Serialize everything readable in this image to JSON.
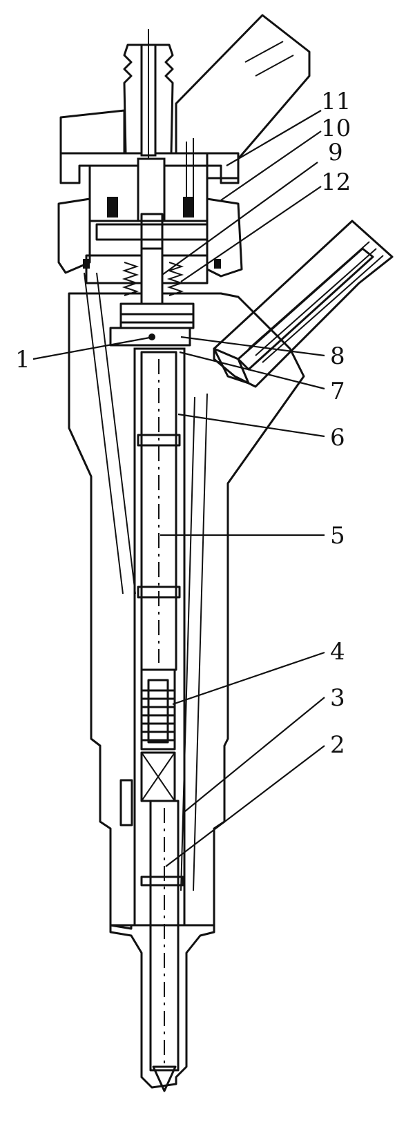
{
  "diagram": {
    "callouts": [
      {
        "id": "1",
        "label": "1"
      },
      {
        "id": "2",
        "label": "2"
      },
      {
        "id": "3",
        "label": "3"
      },
      {
        "id": "4",
        "label": "4"
      },
      {
        "id": "5",
        "label": "5"
      },
      {
        "id": "6",
        "label": "6"
      },
      {
        "id": "7",
        "label": "7"
      },
      {
        "id": "8",
        "label": "8"
      },
      {
        "id": "9",
        "label": "9"
      },
      {
        "id": "10",
        "label": "10"
      },
      {
        "id": "11",
        "label": "11"
      },
      {
        "id": "12",
        "label": "12"
      }
    ],
    "colors": {
      "ink": "#111111",
      "paper": "#ffffff"
    }
  }
}
